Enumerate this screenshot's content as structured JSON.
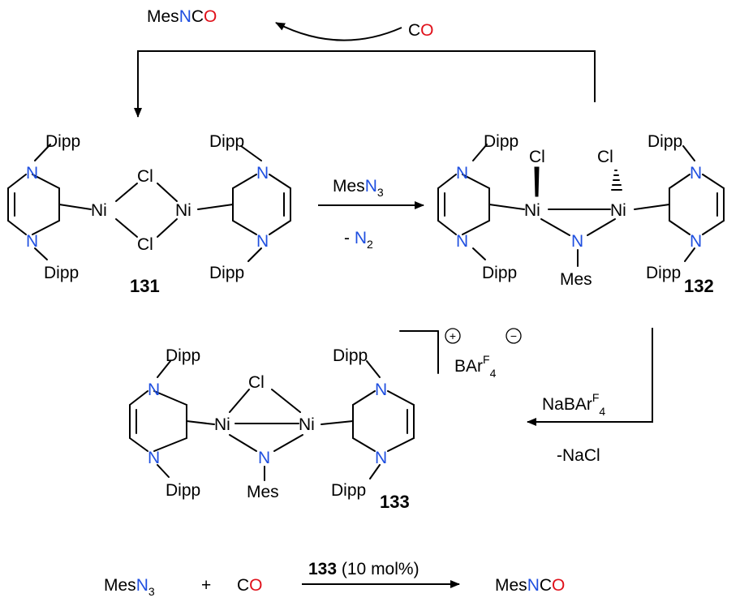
{
  "colors": {
    "nitrogen": "#1f4fe0",
    "oxygen": "#e0101a",
    "bond": "#000000"
  },
  "atoms": {
    "N": "N",
    "C": "C",
    "O": "O",
    "Ni": "Ni",
    "Cl": "Cl"
  },
  "substituents": {
    "dipp": "Dipp",
    "mes": "Mes"
  },
  "compounds": {
    "c131": "131",
    "c132": "132",
    "c133": "133"
  },
  "cycle": {
    "product_prefix": "Mes",
    "co_c": "C"
  },
  "step1": {
    "reagent_prefix": "Mes",
    "reagent_atom": "N",
    "reagent_sub": "3",
    "byproduct_prefix": "- ",
    "byproduct_atom": "N",
    "byproduct_sub": "2"
  },
  "step2": {
    "reagent_main": "NaBAr",
    "reagent_sup": "F",
    "reagent_sub": "4",
    "byproduct": "-NaCl"
  },
  "counterion": {
    "main": "BAr",
    "sup": "F",
    "sub": "4",
    "plus": "+",
    "minus": "−"
  },
  "catalysis": {
    "azide_prefix": "Mes",
    "azide_sub": "3",
    "plus": "+",
    "catalyst": "133",
    "loading": " (10 mol%)",
    "product_prefix": "Mes"
  }
}
